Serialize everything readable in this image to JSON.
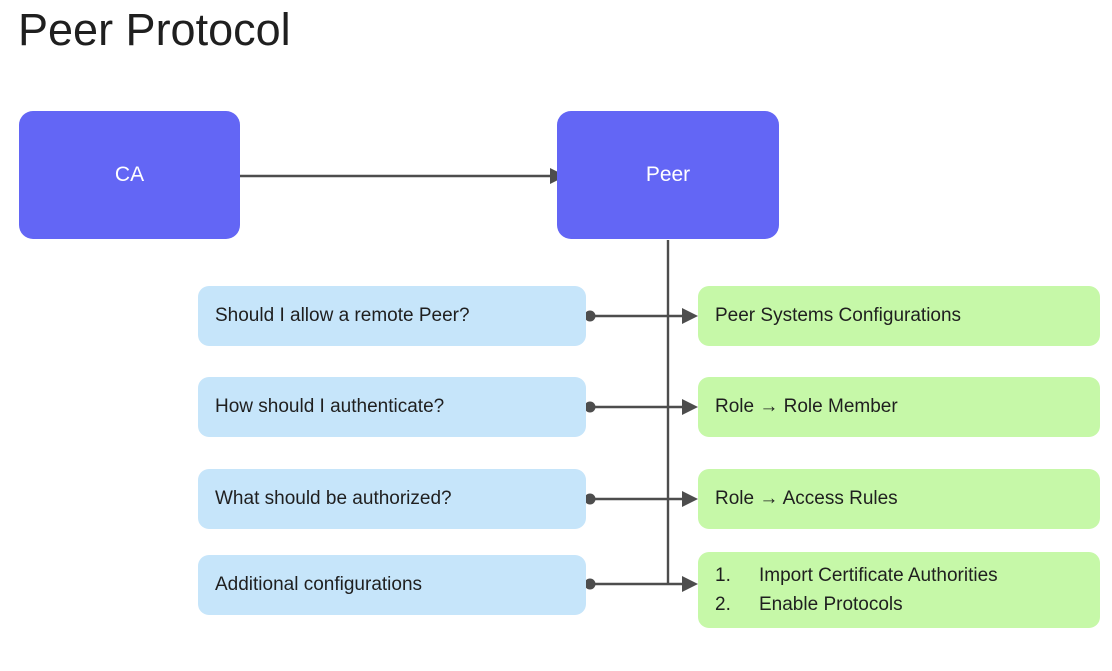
{
  "title": "Peer Protocol",
  "colors": {
    "primary_node": "#6366F5",
    "question_node": "#C6E5FA",
    "answer_node": "#C6F8A8",
    "connector": "#4D4D4D",
    "text_dark": "#1F1F1F",
    "text_light": "#FFFFFF",
    "background": "#FFFFFF"
  },
  "nodes": {
    "ca": {
      "label": "CA"
    },
    "peer": {
      "label": "Peer"
    }
  },
  "rows": [
    {
      "question": "Should I allow a remote Peer?",
      "answer": "Peer Systems Configurations",
      "answer_items": []
    },
    {
      "question": "How should I authenticate?",
      "answer": "Role → Role Member",
      "answer_items": []
    },
    {
      "question": "What should be authorized?",
      "answer": "Role → Access Rules",
      "answer_items": []
    },
    {
      "question": "Additional configurations",
      "answer": "",
      "answer_items": [
        {
          "number": "1.",
          "text": "Import Certificate Authorities"
        },
        {
          "number": "2.",
          "text": "Enable Protocols"
        }
      ]
    }
  ],
  "edges": [
    {
      "from": "ca",
      "to": "peer",
      "label": ""
    },
    {
      "from": "peer",
      "to": "row-answers",
      "label": ""
    }
  ]
}
